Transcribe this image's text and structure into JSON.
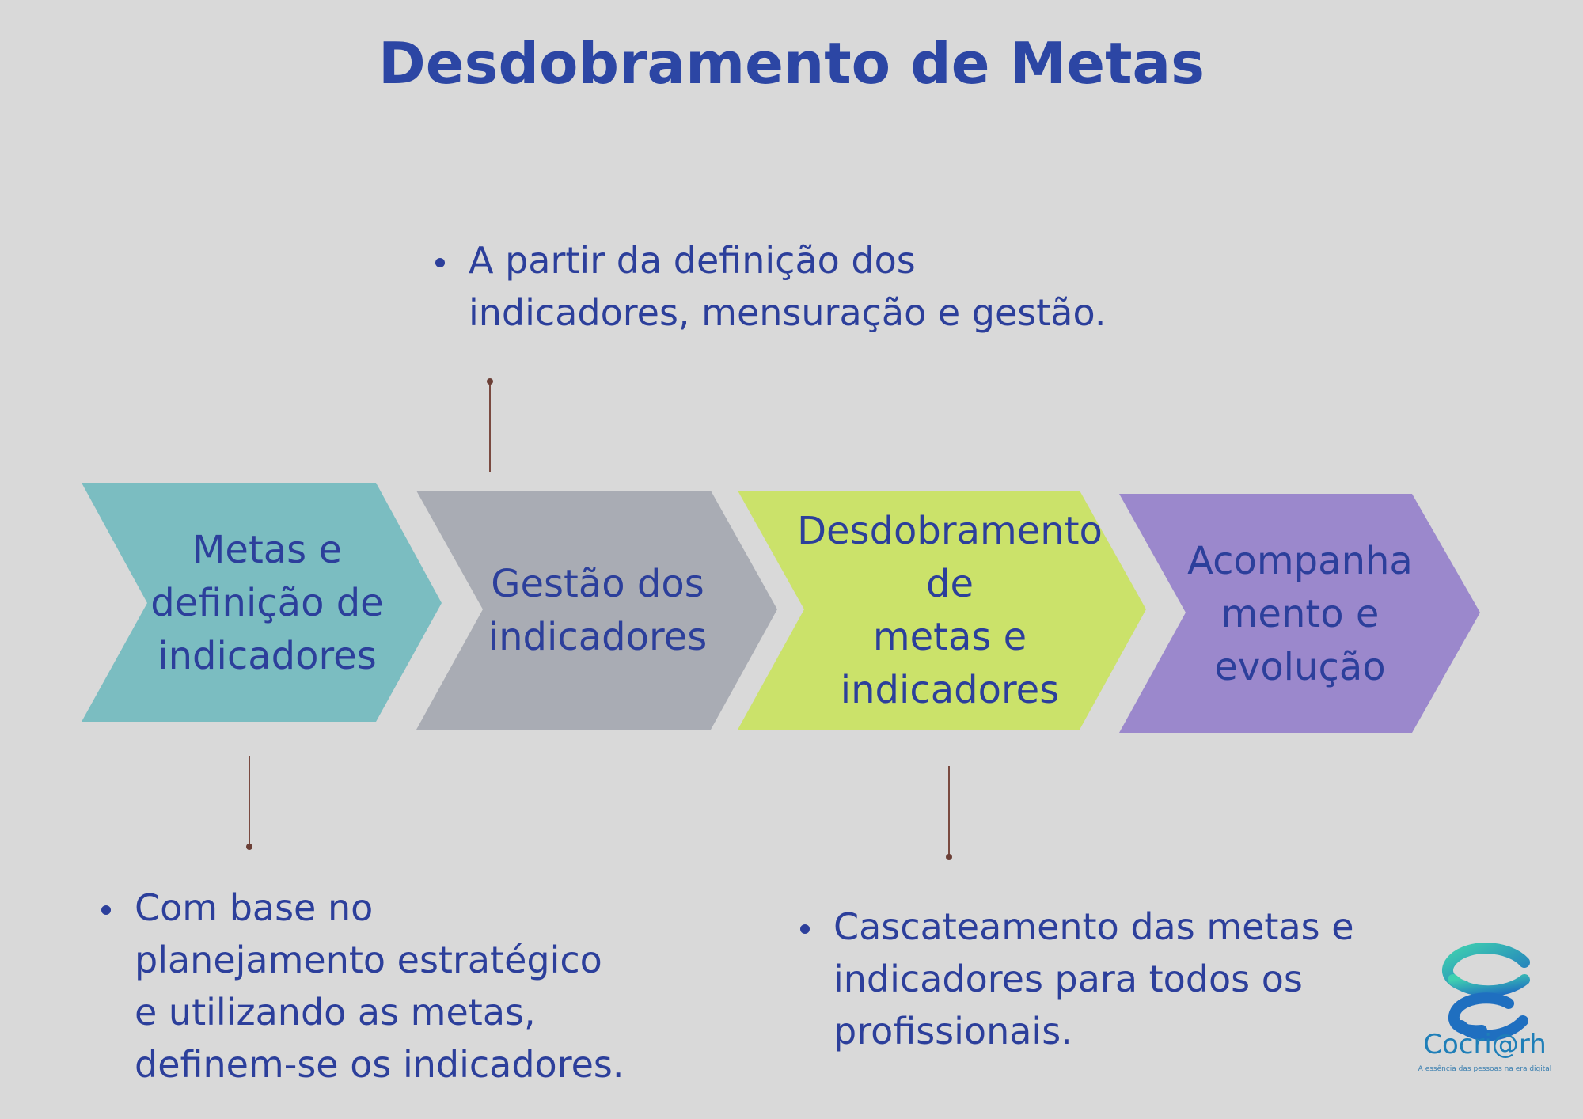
{
  "title": "Desdobramento de Metas",
  "colors": {
    "title": "#2c46a4",
    "text": "#2c3f9b",
    "background": "#d9d9d9",
    "step1": "#7bbdc1",
    "step2": "#a9acb4",
    "step3": "#cbe26a",
    "step4": "#9b88cc",
    "connector": "#7a4a40"
  },
  "steps": [
    {
      "label": "Metas e\ndefinição de\nindicadores"
    },
    {
      "label": "Gestão dos\nindicadores"
    },
    {
      "label": "Desdobramento\nde\nmetas e\nindicadores"
    },
    {
      "label": "Acompanha\nmento e\nevolução"
    }
  ],
  "notes": {
    "top": "A partir da definição dos\nindicadores,  mensuração e gestão.",
    "bottom_left": "Com base no\nplanejamento estratégico\ne utilizando as metas,\ndefinem-se os indicadores.",
    "bottom_right": "Cascateamento das metas e\nindicadores para todos os\nprofissionais."
  },
  "logo": {
    "icon": "cocriarh-logo-icon",
    "wordmark": "Cocri@rh",
    "tagline": "A essência das pessoas na era digital"
  }
}
